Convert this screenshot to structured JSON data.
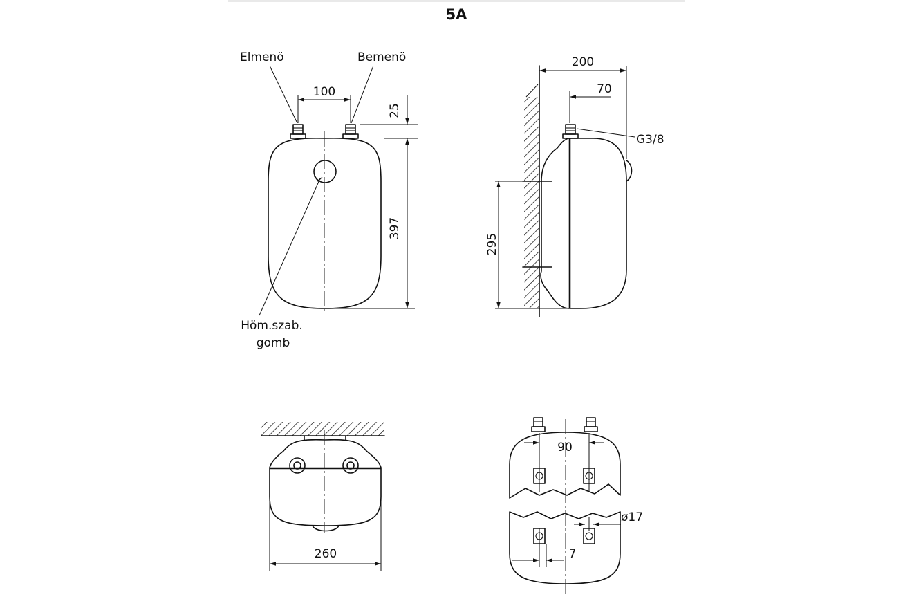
{
  "title": "5A",
  "front_view": {
    "outlet_label": "Elmenö",
    "inlet_label": "Bemenö",
    "spacing_label": "100",
    "connector_height_label": "25",
    "height_label": "397",
    "knob_label_line1": "Höm.szab.",
    "knob_label_line2": "gomb"
  },
  "side_view": {
    "depth_label": "200",
    "connector_offset_label": "70",
    "thread_label": "G3/8",
    "mount_height_label": "295"
  },
  "top_view": {
    "width_label": "260"
  },
  "mounting_view": {
    "hole_spacing_label": "90",
    "hole_diameter_label": "ø17",
    "offset_label": "7"
  }
}
